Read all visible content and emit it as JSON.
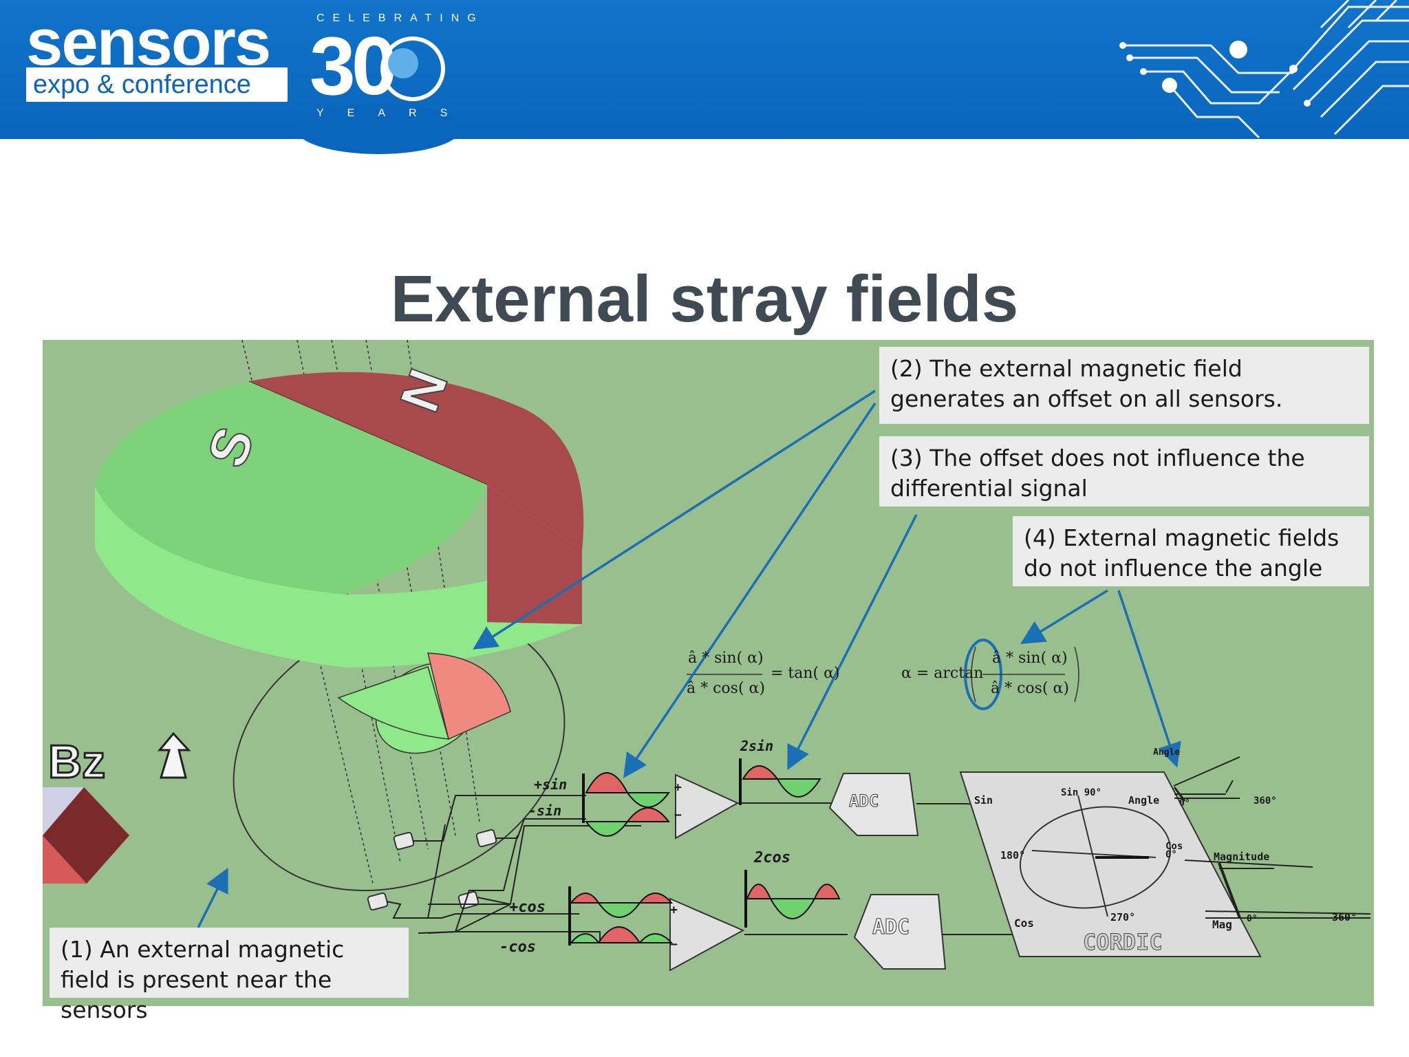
{
  "header": {
    "brand_main": "sensors",
    "brand_sub": "expo & conference",
    "celebrating": "CELEBRATING",
    "anniversary_number": "30",
    "years": "YEARS",
    "circuit_icon": "circuit-board-icon"
  },
  "title": "External stray fields",
  "magnet": {
    "pole_s": "S",
    "pole_n": "N"
  },
  "bz_label": "Bz",
  "callouts": {
    "c1": "(1) An external magnetic field is present near the sensors",
    "c2": "(2) The external magnetic field generates an offset on all sensors.",
    "c3": "(3) The offset does not influence the differential signal",
    "c4": "(4) External magnetic fields do not influence the angle"
  },
  "signals": {
    "plus_sin": "+sin",
    "minus_sin": "-sin",
    "plus_cos": "+cos",
    "minus_cos": "-cos",
    "two_sin": "2sin",
    "two_cos": "2cos",
    "plus": "+",
    "minus": "−"
  },
  "adc": {
    "top": "ADC",
    "bottom": "ADC"
  },
  "formulas": {
    "ratio_num": "â * sin( α)",
    "ratio_den": "â * cos( α)",
    "ratio_result": "= tan( α)",
    "angle_lhs": "α = arctan",
    "angle_num": "â * sin( α)",
    "angle_den": "â * cos( α)"
  },
  "cordic": {
    "name": "CORDIC",
    "sin_in": "Sin",
    "cos_in": "Cos",
    "angle_out": "Angle",
    "mag_out": "Mag",
    "sin_90": "Sin 90°",
    "cos_0": "Cos 0°",
    "deg_180": "180°",
    "deg_270": "270°",
    "angle_zero": "0°",
    "angle_360": "360°",
    "angle_axis": "Angle",
    "magnitude_label": "Magnitude",
    "mag_zero": "0°",
    "mag_360": "360°"
  },
  "colors": {
    "banner_blue": "#0a66bd",
    "stage_green": "#9abf8f",
    "pole_red": "#b04a4c",
    "pole_green": "#90ee90",
    "arrow_blue": "#1a6fb5",
    "title_gray": "#3f4a53"
  }
}
